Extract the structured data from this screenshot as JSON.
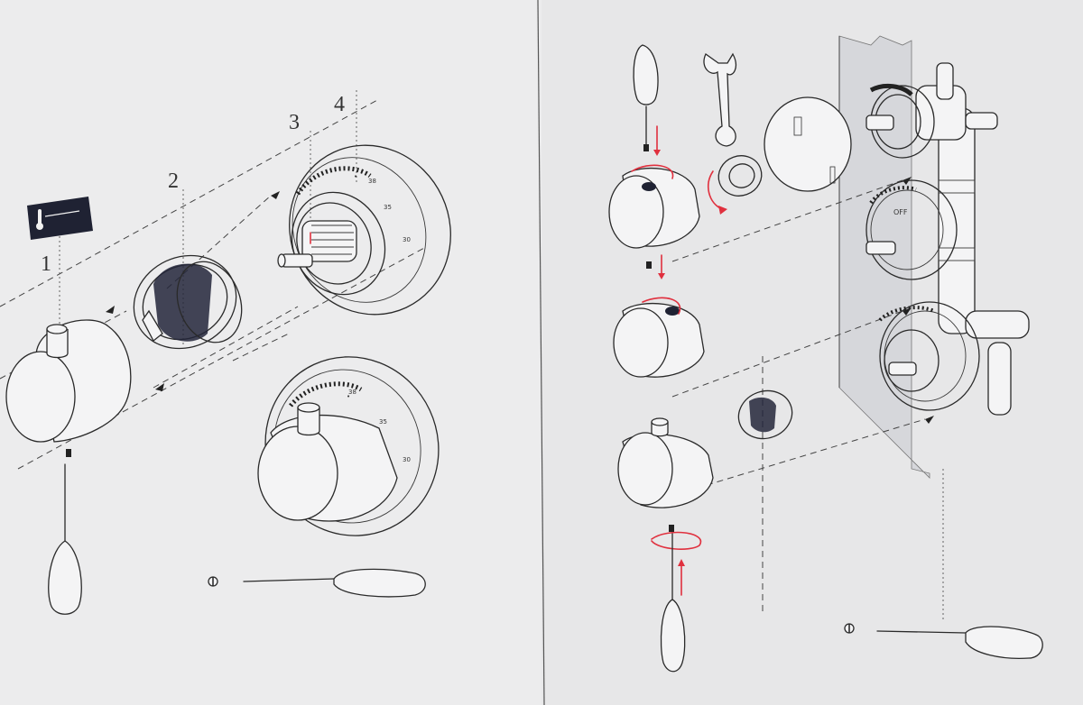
{
  "step_numbers": [
    "1",
    "2",
    "3",
    "4"
  ],
  "dial_labels": {
    "top_dial": [
      "38",
      "35",
      "30"
    ],
    "bottom_dial": [
      "38",
      "35",
      "30"
    ]
  },
  "diverter_label": "OFF",
  "icons": [
    "thermometer-icon",
    "screwdriver-icon",
    "wrench-icon"
  ],
  "colors": {
    "line": "#2a2a2a",
    "accent": "#e0303e",
    "label": "#1f2233",
    "paper": "#e9e9ea"
  }
}
